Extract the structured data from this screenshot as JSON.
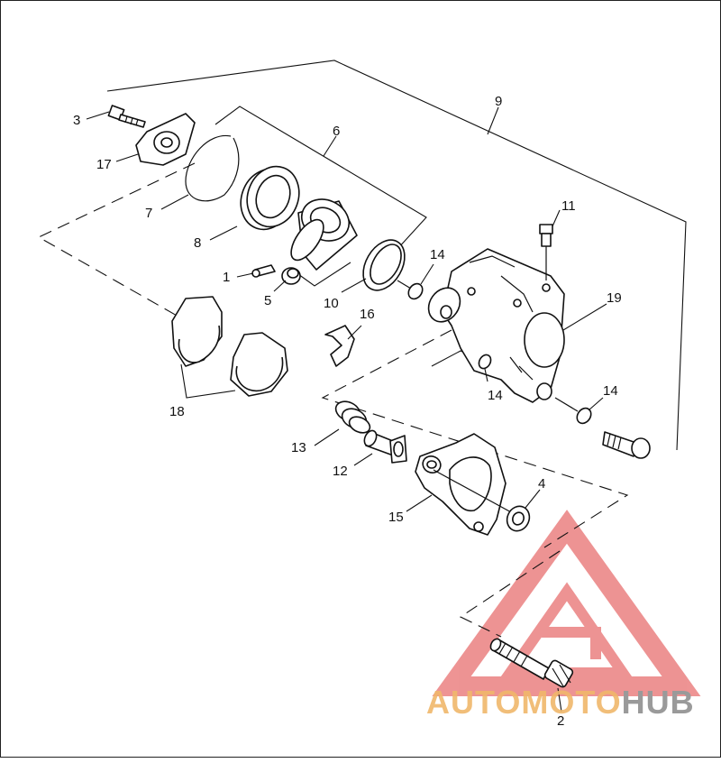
{
  "callouts": {
    "c1": "1",
    "c2": "2",
    "c3": "3",
    "c4": "4",
    "c5": "5",
    "c6": "6",
    "c7": "7",
    "c8": "8",
    "c9": "9",
    "c10": "10",
    "c11": "11",
    "c12": "12",
    "c13": "13",
    "c14a": "14",
    "c14b": "14",
    "c14c": "14",
    "c15": "15",
    "c16": "16",
    "c17": "17",
    "c18": "18",
    "c19": "19"
  },
  "watermark": {
    "part1": "AUTOMOTO",
    "part2": "HUB",
    "color_primary": "#f0b76a",
    "color_secondary": "#9a9a9a",
    "logo_color": "#e87070"
  }
}
